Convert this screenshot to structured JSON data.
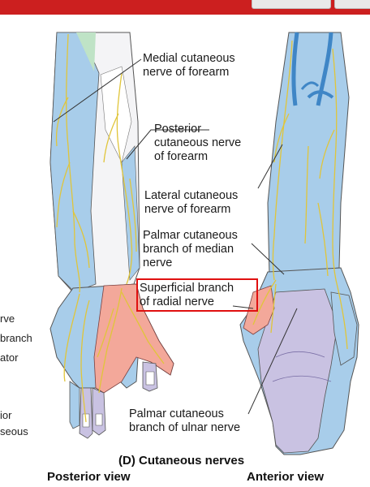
{
  "labels": {
    "medial": [
      "Medial cutaneous",
      "nerve of forearm"
    ],
    "posterior": [
      "Posterior",
      "cutaneous nerve",
      "of forearm"
    ],
    "lateral": [
      "Lateral cutaneous",
      "nerve of forearm"
    ],
    "palmar_median": [
      "Palmar cutaneous",
      "branch of median",
      "nerve"
    ],
    "superficial_radial": [
      "Superficial branch",
      "of radial nerve"
    ],
    "palmar_ulnar": [
      "Palmar cutaneous",
      "branch of ulnar nerve"
    ]
  },
  "left_cutoff": [
    "rve",
    "branch",
    "ator",
    "ior",
    "seous"
  ],
  "caption": "(D) Cutaneous nerves",
  "view_left": "Posterior view",
  "view_right": "Anterior view",
  "colors": {
    "blue": "#a8cdea",
    "green": "#bfe3c6",
    "salmon": "#f3a89a",
    "lavender": "#c9c2e2",
    "nerve": "#e0c53a",
    "vein": "#3f86c6",
    "highlight": "#e01010",
    "bar": "#cc1f1f"
  }
}
